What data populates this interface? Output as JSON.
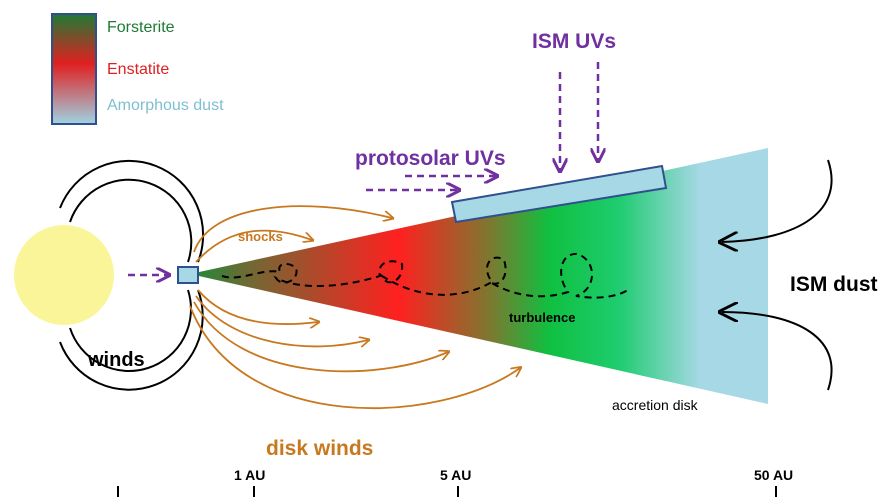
{
  "legend": {
    "items": [
      {
        "label": "Forsterite",
        "color": "#1e7a34"
      },
      {
        "label": "Enstatite",
        "color": "#e02020"
      },
      {
        "label": "Amorphous dust",
        "color": "#7fbfd2"
      }
    ]
  },
  "labels": {
    "ism_uvs": "ISM UVs",
    "protosolar_uvs": "protosolar UVs",
    "shocks": "shocks",
    "winds": "winds",
    "turbulence": "turbulence",
    "ism_dust": "ISM dust",
    "accretion_disk": "accretion disk",
    "disk_winds": "disk winds"
  },
  "axis": {
    "ticks": [
      "1 AU",
      "5 AU",
      "50 AU"
    ]
  },
  "colors": {
    "purple": "#7030a0",
    "orange": "#c8781e",
    "sun": "#fbf59a",
    "disk_outer": "#a7d8e6"
  }
}
